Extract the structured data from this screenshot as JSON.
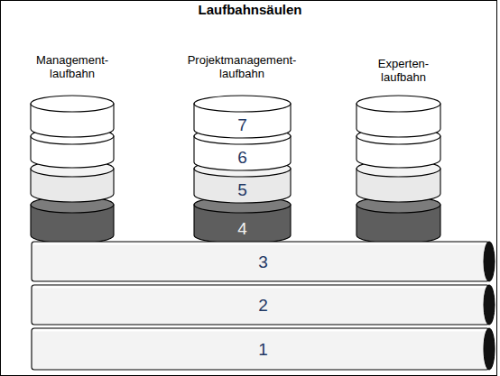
{
  "diagram": {
    "title": "Laufbahnsäulen",
    "nodes": [
      {
        "text": [
          "7"
        ]
      },
      {
        "text": [
          "6"
        ]
      },
      {
        "text": [
          "5"
        ]
      },
      {
        "text": [
          "4"
        ]
      },
      {
        "text": [
          "3"
        ]
      },
      {
        "text": [
          "2"
        ]
      },
      {
        "text": [
          "1"
        ]
      }
    ],
    "labels": [
      "Management- laufbahn",
      "Projektmanagement- laufbahn",
      "Experten- laufbahn"
    ]
  }
}
